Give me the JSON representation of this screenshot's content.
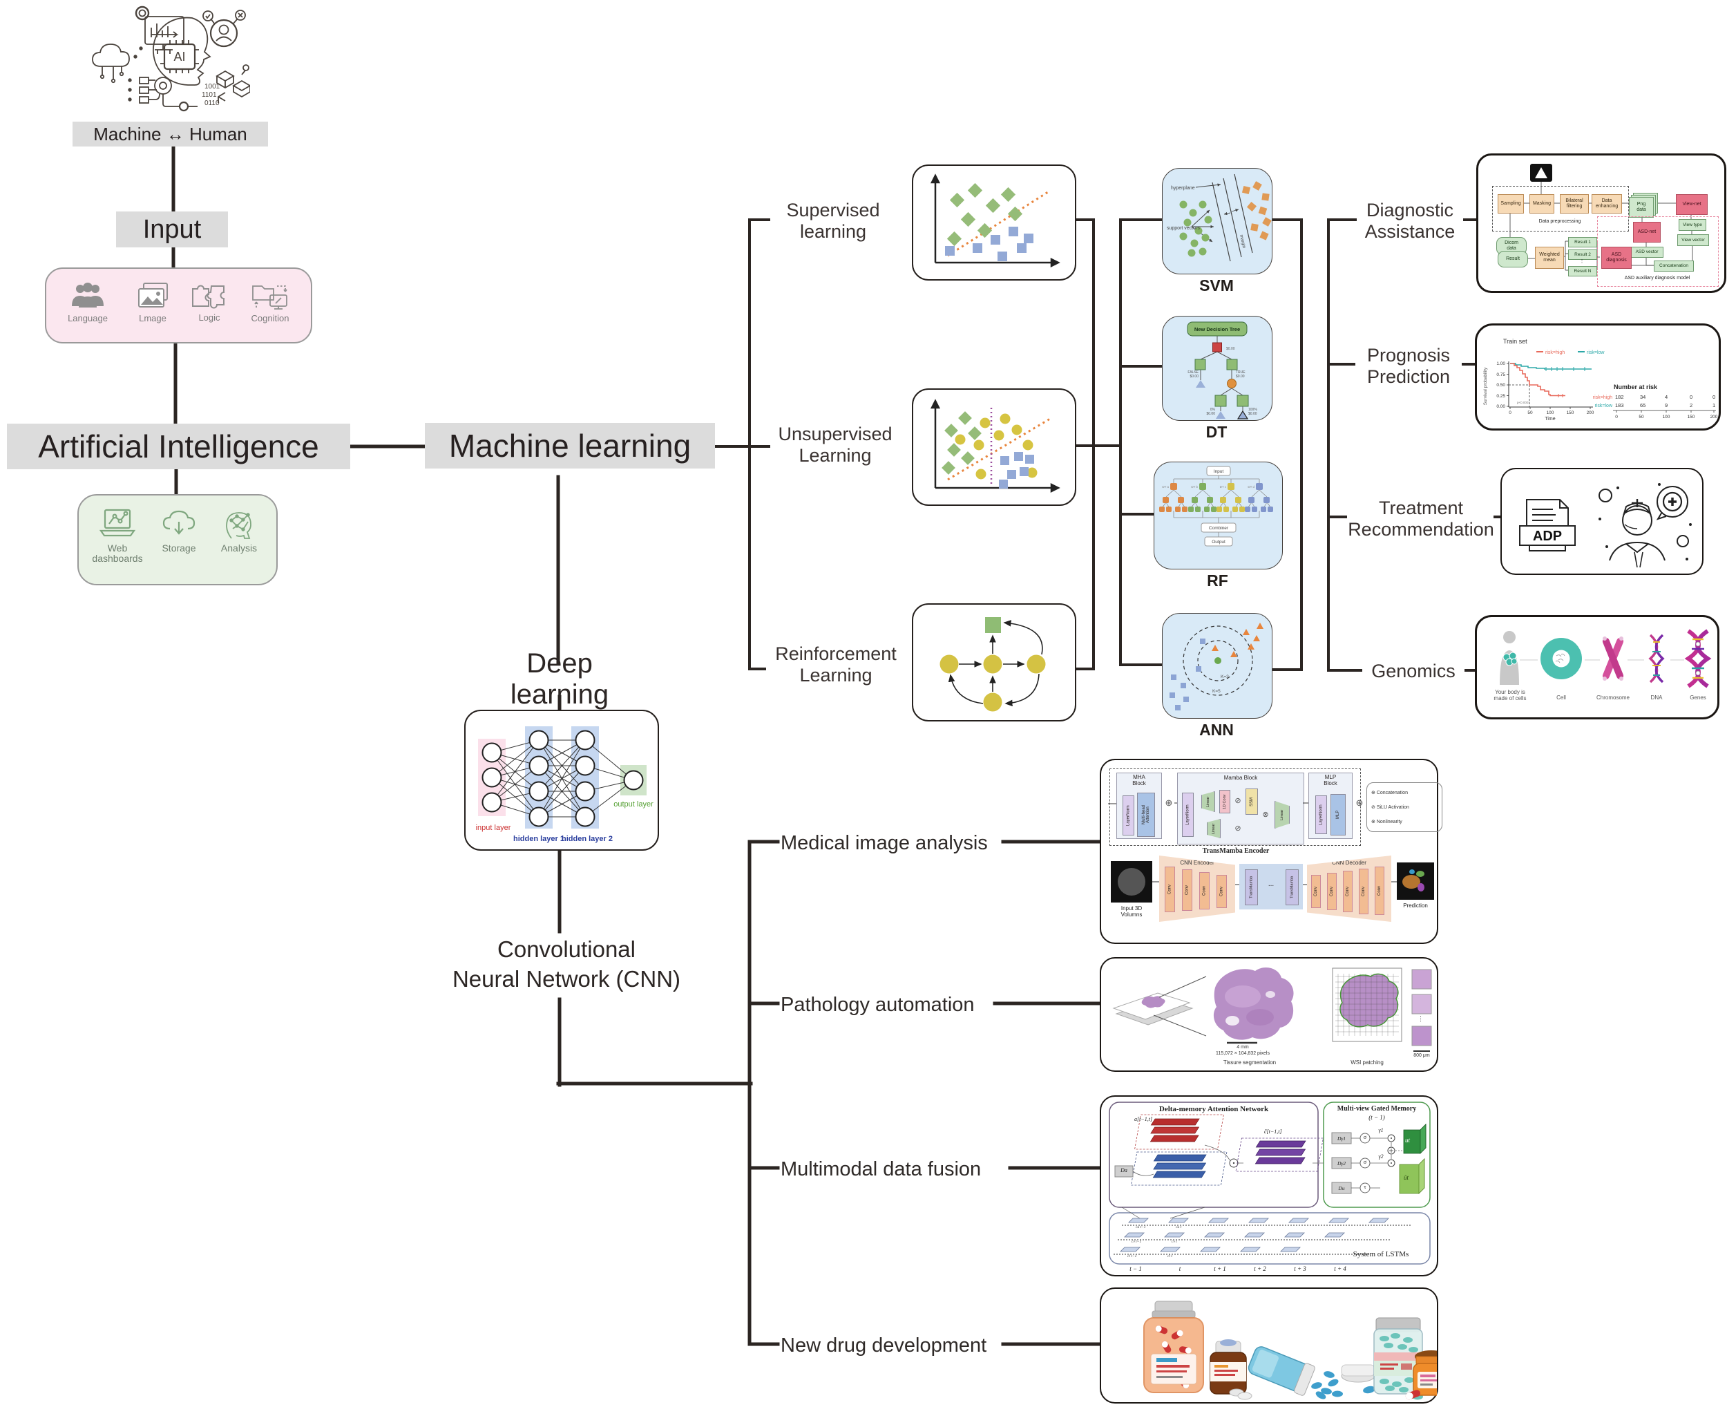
{
  "doodle": {
    "chip": "AI",
    "binary1": "1001",
    "binary2": "1101",
    "binary3": "0110",
    "caption": "Machine ↔ Human"
  },
  "flow": {
    "input": "Input",
    "ai": "Artificial Intelligence",
    "ml": "Machine learning",
    "dl": "Deep learning",
    "cnn": "Convolutional\nNeural Network (CNN)"
  },
  "input_box": {
    "items": [
      {
        "icon": "people-icon",
        "label": "Language"
      },
      {
        "icon": "image-icon",
        "label": "Lmage"
      },
      {
        "icon": "puzzle-icon",
        "label": "Logic"
      },
      {
        "icon": "cognition-icon",
        "label": "Cognition"
      }
    ]
  },
  "ai_box": {
    "items": [
      {
        "icon": "dashboard-icon",
        "label": "Web\ndashboards"
      },
      {
        "icon": "cloud-download-icon",
        "label": "Storage"
      },
      {
        "icon": "brain-icon",
        "label": "Analysis"
      }
    ]
  },
  "nn": {
    "input": "input layer",
    "hidden1": "hidden layer 1",
    "hidden2": "hidden layer 2",
    "output": "output layer"
  },
  "ml_branches": [
    {
      "label": "Supervised\nlearning"
    },
    {
      "label": "Unsupervised\nLearning"
    },
    {
      "label": "Reinforcement\nLearning"
    }
  ],
  "algorithms": [
    {
      "label": "SVM"
    },
    {
      "label": "DT"
    },
    {
      "label": "RF"
    },
    {
      "label": "ANN"
    }
  ],
  "svm": {
    "hyperplane": "hyperplane",
    "support_vectors": "support vectors",
    "margin": "margin"
  },
  "dt": {
    "root": "New Decision Tree",
    "amount": "$0.00",
    "false_label": "FALSE\n$0.00",
    "true_label": "TRUE\n$0.00",
    "left_pct": "0%\n$0.00",
    "right_pct": "100%\n$0.00"
  },
  "rf": {
    "input": "Input",
    "combiner": "Combiner",
    "output": "Output",
    "t1": "DT a",
    "t2": "DT b",
    "t3": "DT c",
    "t4": "DT d"
  },
  "ann": {
    "k3": "K=3",
    "k5": "K=5"
  },
  "ml_apps": [
    {
      "label": "Diagnostic\nAssistance"
    },
    {
      "label": "Prognosis\nPrediction"
    },
    {
      "label": "Treatment\nRecommendation"
    },
    {
      "label": "Genomics"
    }
  ],
  "dl_apps": [
    {
      "label": "Medical image analysis"
    },
    {
      "label": "Pathology automation"
    },
    {
      "label": "Multimodal data fusion"
    },
    {
      "label": "New drug development"
    }
  ],
  "diag": {
    "sampling": "Sampling",
    "masking": "Masking",
    "bilateral": "Bilateral\nfiltering",
    "enhancing": "Data\nenhancing",
    "preprocessing": "Data preprocessing",
    "dicom": "Dicom\ndata",
    "png": "Png\ndata",
    "viewnet": "View-net",
    "viewtype": "View type",
    "viewvector": "View vector",
    "asdnet": "ASD-net",
    "asdvector": "ASD vector",
    "concat": "Concatenation",
    "asddiag": "ASD\ndiagnosis",
    "r1": "Result 1",
    "r2": "Result 2",
    "dots": "⋮",
    "rn": "Result N",
    "wmean": "Weighted\nmean",
    "result": "Result",
    "model": "ASD auxiliary diagnosis model"
  },
  "prognosis": {
    "title": "Train set",
    "legend_high": "risk=high",
    "legend_low": "risk=low",
    "ylabel": "Survival probability",
    "xlabel": "Time",
    "pvalue": "p<0.0001",
    "yticks": [
      "1.00",
      "0.75",
      "0.50",
      "0.25",
      "0.00"
    ],
    "xticks": [
      "0",
      "50",
      "100",
      "150",
      "200"
    ],
    "risk_title": "Number at risk",
    "high_label": "risk=high",
    "low_label": "risk=low",
    "high_counts": [
      "182",
      "34",
      "4",
      "0",
      "0"
    ],
    "low_counts": [
      "183",
      "65",
      "9",
      "2",
      "1"
    ],
    "chart_data": {
      "type": "line",
      "title": "Train set",
      "xlabel": "Time",
      "ylabel": "Survival probability",
      "xlim": [
        0,
        200
      ],
      "ylim": [
        0,
        1
      ],
      "series": [
        {
          "name": "risk=high",
          "x": [
            0,
            10,
            25,
            40,
            55,
            70,
            75,
            95,
            105,
            110,
            135
          ],
          "y": [
            1.0,
            0.95,
            0.85,
            0.72,
            0.62,
            0.53,
            0.5,
            0.5,
            0.45,
            0.25,
            0.25
          ]
        },
        {
          "name": "risk=low",
          "x": [
            0,
            20,
            40,
            60,
            80,
            100,
            200
          ],
          "y": [
            1.0,
            0.97,
            0.94,
            0.91,
            0.89,
            0.87,
            0.87
          ]
        }
      ],
      "risk_table": {
        "times": [
          0,
          50,
          100,
          150,
          200
        ],
        "risk_high": [
          182,
          34,
          4,
          0,
          0
        ],
        "risk_low": [
          183,
          65,
          9,
          2,
          1
        ]
      }
    }
  },
  "treatment": {
    "file": "ADP"
  },
  "genomics": {
    "body": "Your body is\nmade of cells",
    "cell": "Cell",
    "chromosome": "Chromosome",
    "dna": "DNA",
    "genes": "Genes"
  },
  "medimg": {
    "mha": "MHA\nBlock",
    "mamba": "Mamba Block",
    "mlp_block": "MLP\nBlock",
    "layernorm": "LayerNorm",
    "attention": "Multi-head\nAttention",
    "linear": "Linear",
    "conv1d": "1D Conv",
    "ssm": "SSM",
    "mlp": "MLP",
    "sym_concat": "⊕",
    "sym_silu": "⊘",
    "sym_nonlin": "⊗",
    "leg_concat": "Concatenation",
    "leg_silu": "SiLU Activation",
    "leg_nonlin": "Nonlinearity",
    "encoder_title": "TransMamba Encoder",
    "cnn_enc": "CNN Encoder",
    "cnn_dec": "CNN Decoder",
    "conv": "Conv",
    "transmamba": "TransMamba",
    "dots": "...",
    "input": "Input 3D\nVolumns",
    "prediction": "Prediction"
  },
  "pathology": {
    "scale1": "4 mm",
    "pixels": "115,072 × 104,832 pixels",
    "seg": "Tissure segmentation",
    "wsi": "WSI patching",
    "scale2": "800 μm"
  },
  "multimodal": {
    "delta_title": "Delta-memory Attention Network",
    "mv_title": "Multi-view Gated Memory",
    "mv_sub": "(t − 1)",
    "lstm_title": "System of LSTMs",
    "a_label": "a[t−1,t]",
    "c_label": "ĉ[t−1,t]",
    "da": "Da",
    "dg1": "Dγ1",
    "dg2": "Dγ2",
    "du": "Du",
    "sigma": "σ",
    "tau": "τ",
    "g1": "γ1",
    "g2": "γ2",
    "ut": "ut",
    "uhat": "ût",
    "odot": "⊙",
    "oplus": "⊕",
    "ca1": "ca t−1",
    "ca2": "ca t",
    "cv1": "cv t−1",
    "cv2": "cv t",
    "cl1": "cl t−1",
    "cl2": "cl t",
    "t_labels": [
      "t − 1",
      "t",
      "t + 1",
      "t + 2",
      "t + 3",
      "t + 4"
    ]
  }
}
